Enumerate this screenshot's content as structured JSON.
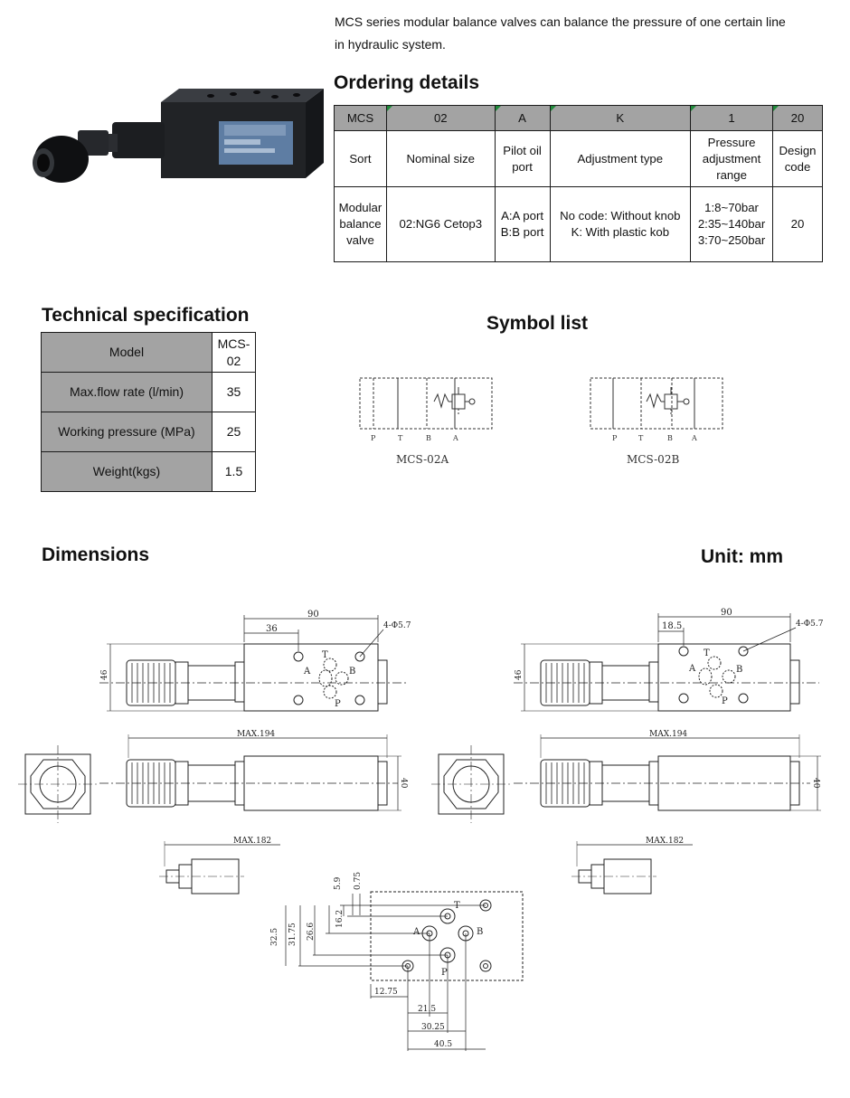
{
  "intro": {
    "line1": "MCS series modular balance valves can balance the pressure of one certain line",
    "line2": "in hydraulic system."
  },
  "ordering": {
    "title": "Ordering details",
    "header": [
      "MCS",
      "02",
      "A",
      "K",
      "1",
      "20"
    ],
    "row_labels": [
      "Sort",
      "Nominal size",
      "Pilot oil port",
      "Adjustment type",
      "Pressure adjustment range",
      "Design code"
    ],
    "row_values": [
      [
        "Modular",
        "balance",
        "valve"
      ],
      [
        "02:NG6 Cetop3"
      ],
      [
        "A:A port",
        "B:B port"
      ],
      [
        "No code: Without knob",
        "K: With plastic kob"
      ],
      [
        "1:8~70bar",
        "2:35~140bar",
        "3:70~250bar"
      ],
      [
        "20"
      ]
    ]
  },
  "tech": {
    "title": "Technical specification",
    "rows": [
      {
        "label": "Model",
        "value": "MCS-02"
      },
      {
        "label": "Max.flow rate (l/min)",
        "value": "35"
      },
      {
        "label": "Working pressure (MPa)",
        "value": "25"
      },
      {
        "label": "Weight(kgs)",
        "value": "1.5"
      }
    ]
  },
  "symbols": {
    "title": "Symbol list",
    "port_labels": [
      "P",
      "T",
      "B",
      "A"
    ],
    "items": [
      "MCS-02A",
      "MCS-02B"
    ]
  },
  "dimensions": {
    "title": "Dimensions",
    "unit": "Unit: mm",
    "left_view": {
      "width": "90",
      "offset": "36",
      "holes": "4-Φ5.7",
      "height": "46",
      "max_len": "MAX.194",
      "body_h": "40",
      "max_len2": "MAX.182"
    },
    "right_view": {
      "width": "90",
      "offset": "18.5",
      "holes": "4-Φ5.7",
      "height": "46",
      "max_len": "MAX.194",
      "body_h": "40",
      "max_len2": "MAX.182"
    },
    "port_labels": {
      "t": "T",
      "a": "A",
      "b": "B",
      "p": "P"
    },
    "detail": {
      "v": [
        "5.9",
        "0.75",
        "16.2",
        "26.6",
        "31.75",
        "32.5"
      ],
      "h": [
        "12.75",
        "21.5",
        "30.25",
        "40.5"
      ]
    }
  },
  "icons": [
    "valve-photo",
    "hydraulic-symbol",
    "dimension-drawing"
  ]
}
